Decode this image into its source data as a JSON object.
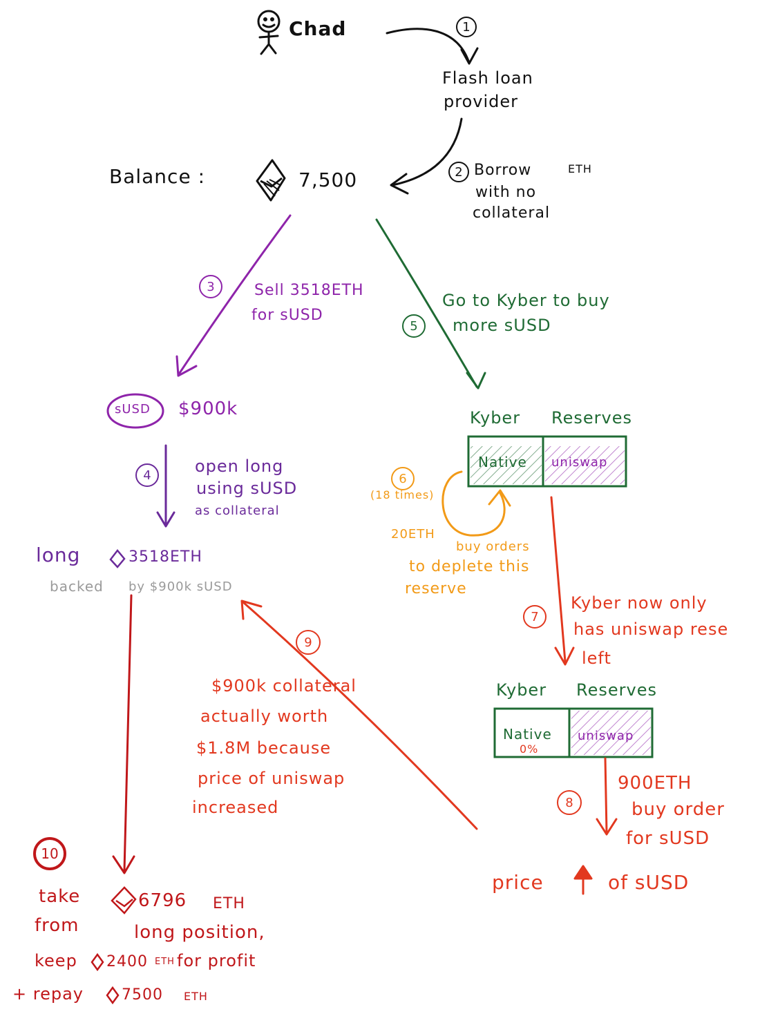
{
  "actor": "Chad",
  "flash_provider": {
    "line1": "Flash loan",
    "line2": "provider"
  },
  "balance": {
    "label": "Balance :",
    "value": "7,500"
  },
  "steps": {
    "s1": "1",
    "s2": {
      "num": "2",
      "line1": "Borrow",
      "eth": "ETH",
      "line2": "with no",
      "line3": "collateral"
    },
    "s3": {
      "num": "3",
      "line1": "Sell 3518ETH",
      "line2": "for sUSD"
    },
    "s4": {
      "num": "4",
      "line1": "open long",
      "line2": "using sUSD",
      "line3": "as collateral"
    },
    "s5": {
      "num": "5",
      "line1": "Go to Kyber to buy",
      "line2": "more sUSD"
    },
    "s6": {
      "num": "6",
      "times": "(18 times)",
      "line1": "20ETH",
      "line1b": "buy orders",
      "line2": "to deplete this",
      "line3": "reserve"
    },
    "s7": {
      "num": "7",
      "line1": "Kyber now only",
      "line2": "has uniswap rese",
      "line3": "left"
    },
    "s8": {
      "num": "8",
      "line1": "900ETH",
      "line2": "buy order",
      "line3": "for sUSD"
    },
    "s9": {
      "num": "9",
      "line1": "$900k collateral",
      "line2": "actually worth",
      "line3": "$1.8M because",
      "line4": "price of uniswap",
      "line5": "increased"
    },
    "s10": {
      "num": "10",
      "line1a": "take",
      "line1b": "6796",
      "line1c": "ETH",
      "line2a": "from",
      "line2b": "long position,",
      "line3a": "keep",
      "line3b": "2400",
      "line3c": "ETH",
      "line3d": "for profit",
      "line4a": "+ repay",
      "line4b": "7500",
      "line4c": "ETH"
    }
  },
  "susd_node": {
    "badge": "sUSD",
    "amount": "$900k"
  },
  "long_node": {
    "line1a": "long",
    "line1b": "3518ETH",
    "line2a": "backed",
    "line2b": "by $900k sUSD"
  },
  "kyber1": {
    "title_a": "Kyber",
    "title_b": "Reserves",
    "native": "Native",
    "uniswap": "uniswap"
  },
  "kyber2": {
    "title_a": "Kyber",
    "title_b": "Reserves",
    "native": "Native",
    "native_sub": "0%",
    "uniswap": "uniswap"
  },
  "price": {
    "a": "price",
    "b": "of sUSD"
  },
  "colors": {
    "black": "#111111",
    "purple": "#8e24aa",
    "violet": "#6a2a9a",
    "green": "#1f6b34",
    "orange": "#f29a17",
    "red": "#e2381f",
    "dark_red": "#c0171a",
    "grey": "#9a9a9a"
  },
  "icons": [
    "stick-figure-icon",
    "ethereum-diamond-icon",
    "up-arrow-icon"
  ]
}
